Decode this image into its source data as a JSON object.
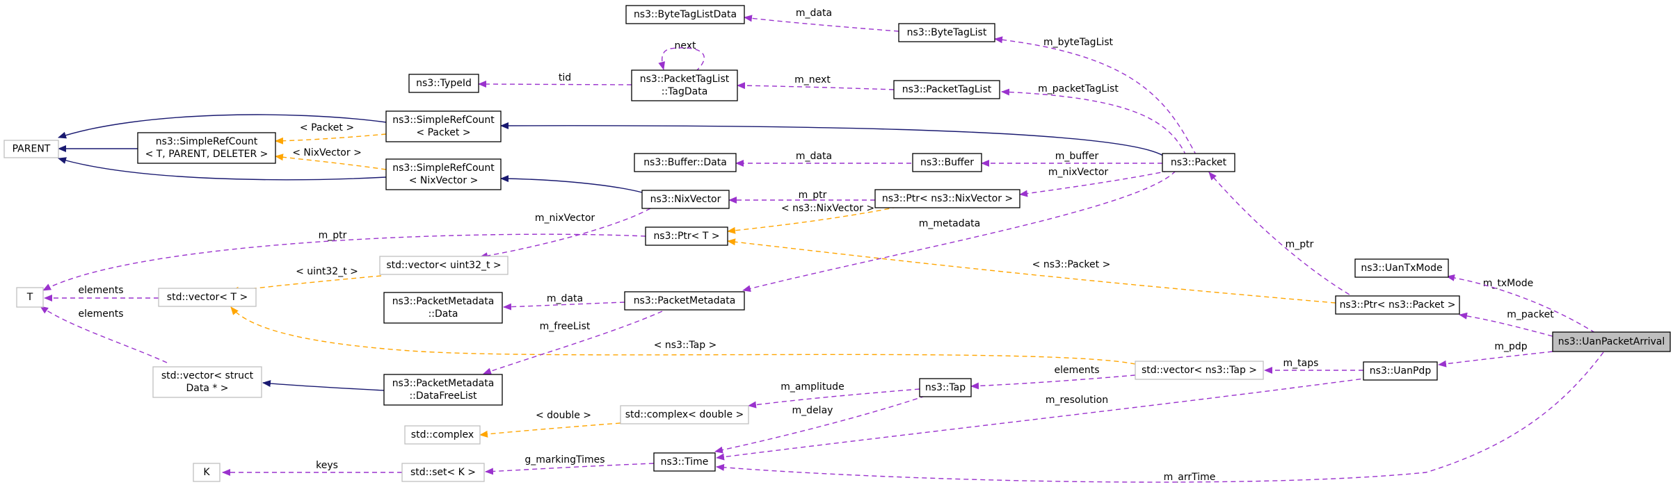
{
  "nodes": {
    "parent": [
      "PARENT"
    ],
    "t": [
      "T"
    ],
    "k": [
      "K"
    ],
    "srcGeneric": [
      "ns3::SimpleRefCount",
      "< T, PARENT, DELETER >"
    ],
    "srcPacket": [
      "ns3::SimpleRefCount",
      "< Packet >"
    ],
    "srcNix": [
      "ns3::SimpleRefCount",
      "< NixVector >"
    ],
    "typeId": [
      "ns3::TypeId"
    ],
    "byteTagListData": [
      "ns3::ByteTagListData"
    ],
    "tagData": [
      "ns3::PacketTagList",
      "::TagData"
    ],
    "byteTagList": [
      "ns3::ByteTagList"
    ],
    "packetTagList": [
      "ns3::PacketTagList"
    ],
    "bufferData": [
      "ns3::Buffer::Data"
    ],
    "buffer": [
      "ns3::Buffer"
    ],
    "packet": [
      "ns3::Packet"
    ],
    "nixVector": [
      "ns3::NixVector"
    ],
    "ptrNix": [
      "ns3::Ptr< ns3::NixVector >"
    ],
    "ptrT": [
      "ns3::Ptr< T >"
    ],
    "vecUint": [
      "std::vector< uint32_t >"
    ],
    "vecT": [
      "std::vector< T >"
    ],
    "pmData": [
      "ns3::PacketMetadata",
      "::Data"
    ],
    "pm": [
      "ns3::PacketMetadata"
    ],
    "vecStruct": [
      "std::vector< struct",
      "Data * >"
    ],
    "freeList": [
      "ns3::PacketMetadata",
      "::DataFreeList"
    ],
    "txMode": [
      "ns3::UanTxMode"
    ],
    "ptrPacket": [
      "ns3::Ptr< ns3::Packet >"
    ],
    "arrival": [
      "ns3::UanPacketArrival"
    ],
    "vecTap": [
      "std::vector< ns3::Tap >"
    ],
    "uanPdp": [
      "ns3::UanPdp"
    ],
    "tap": [
      "ns3::Tap"
    ],
    "complexDouble": [
      "std::complex< double >"
    ],
    "complex": [
      "std::complex"
    ],
    "time": [
      "ns3::Time"
    ],
    "setK": [
      "std::set< K >"
    ]
  },
  "edges": {
    "m_data_btl": "m_data",
    "m_byteTagList": "m_byteTagList",
    "next": "next",
    "tid": "tid",
    "m_next": "m_next",
    "m_packetTagList": "m_packetTagList",
    "pkt_tpl": "< Packet >",
    "nix_tpl": "< NixVector >",
    "m_data_buf": "m_data",
    "m_buffer": "m_buffer",
    "m_nixVector": "m_nixVector",
    "m_ptr_nix": "m_ptr",
    "ptr_nix_tpl": "< ns3::NixVector >",
    "m_nixVector_vec": "m_nixVector",
    "m_ptr_t": "m_ptr",
    "m_metadata": "m_metadata",
    "uint32_tpl": "< uint32_t >",
    "elements1": "elements",
    "elements2": "elements",
    "m_data_pm": "m_data",
    "m_freeList": "m_freeList",
    "m_ptr_pkt": "m_ptr",
    "pkt_ptr_tpl": "< ns3::Packet >",
    "m_txMode": "m_txMode",
    "m_packet": "m_packet",
    "m_pdp": "m_pdp",
    "tap_tpl": "< ns3::Tap >",
    "m_taps": "m_taps",
    "elements_tap": "elements",
    "m_amplitude": "m_amplitude",
    "double_tpl": "< double >",
    "m_delay": "m_delay",
    "m_resolution": "m_resolution",
    "g_markingTimes": "g_markingTimes",
    "keys": "keys",
    "m_arrTime": "m_arrTime"
  },
  "colors": {
    "member": "#9a32cd",
    "template": "#ffa500",
    "inheritance": "#191970",
    "focus_fill": "#bfbfbf",
    "external_border": "#bfbfbf"
  }
}
